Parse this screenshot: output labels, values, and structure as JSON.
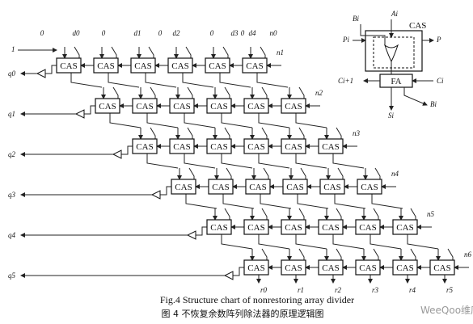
{
  "cell_label": "CAS",
  "diagram": {
    "top_inputs": [
      "0",
      "d0",
      "0",
      "d1",
      "0",
      "d2",
      "0",
      "d3",
      "0",
      "d4",
      "n0"
    ],
    "row_input_top": "1",
    "quotients": [
      "q0",
      "q1",
      "q2",
      "q3",
      "q4",
      "q5"
    ],
    "right_inputs": [
      "n1",
      "n2",
      "n3",
      "n4",
      "n5",
      "n6"
    ],
    "remainders": [
      "r0",
      "r1",
      "r2",
      "r3",
      "r4",
      "r5"
    ]
  },
  "annotation": {
    "cell_title": "CAS",
    "adder_label": "FA",
    "Bi_in": "Bi",
    "Ai_in": "Ai",
    "Pi_in": "Pi",
    "P_out": "P",
    "Ci1_out": "Ci+1",
    "Ci_in": "Ci",
    "Si_out": "Si",
    "Bi_out": "Bi"
  },
  "caption": {
    "english": "Fig.4 Structure chart of nonrestoring array divider",
    "chinese": "图 4 不恢复余数阵列除法器的原理逻辑图"
  },
  "watermark": {
    "text": "WeeQoo维库"
  }
}
